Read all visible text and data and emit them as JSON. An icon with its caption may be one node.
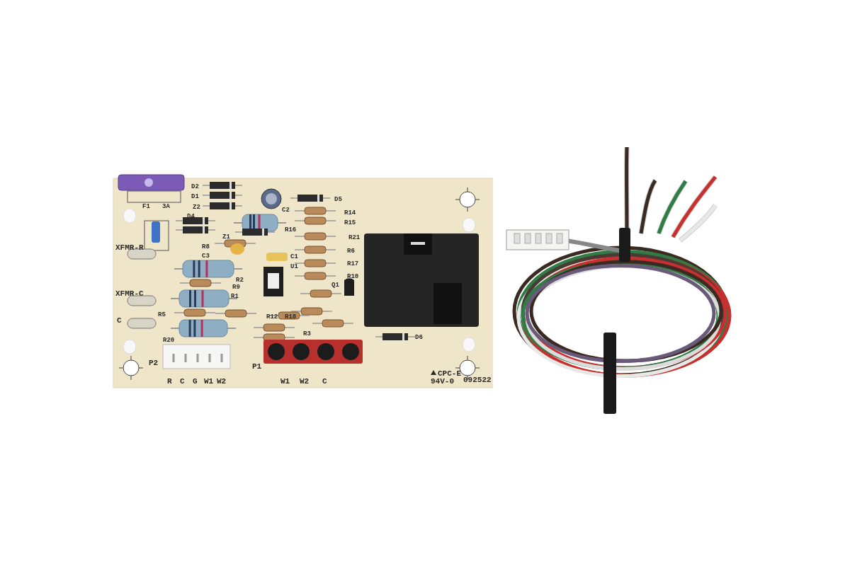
{
  "diagram": {
    "labels": [
      "F1",
      "3A",
      "D2",
      "D1",
      "Z2",
      "C2",
      "D4",
      "XFMR-R",
      "Z1",
      "R16",
      "D5",
      "R14",
      "R15",
      "R21",
      "R8",
      "C3",
      "C1",
      "R6",
      "U1",
      "R17",
      "R10",
      "R2",
      "R9",
      "Q1",
      "XFMR-C",
      "R1",
      "R5",
      "C",
      "R12",
      "R18",
      "R3",
      "R20",
      "P2",
      "P1",
      "D6",
      "R",
      "C",
      "G",
      "W1",
      "W2",
      "W1",
      "W2",
      "C",
      "CPC-E",
      "94V-0",
      "092522"
    ]
  }
}
